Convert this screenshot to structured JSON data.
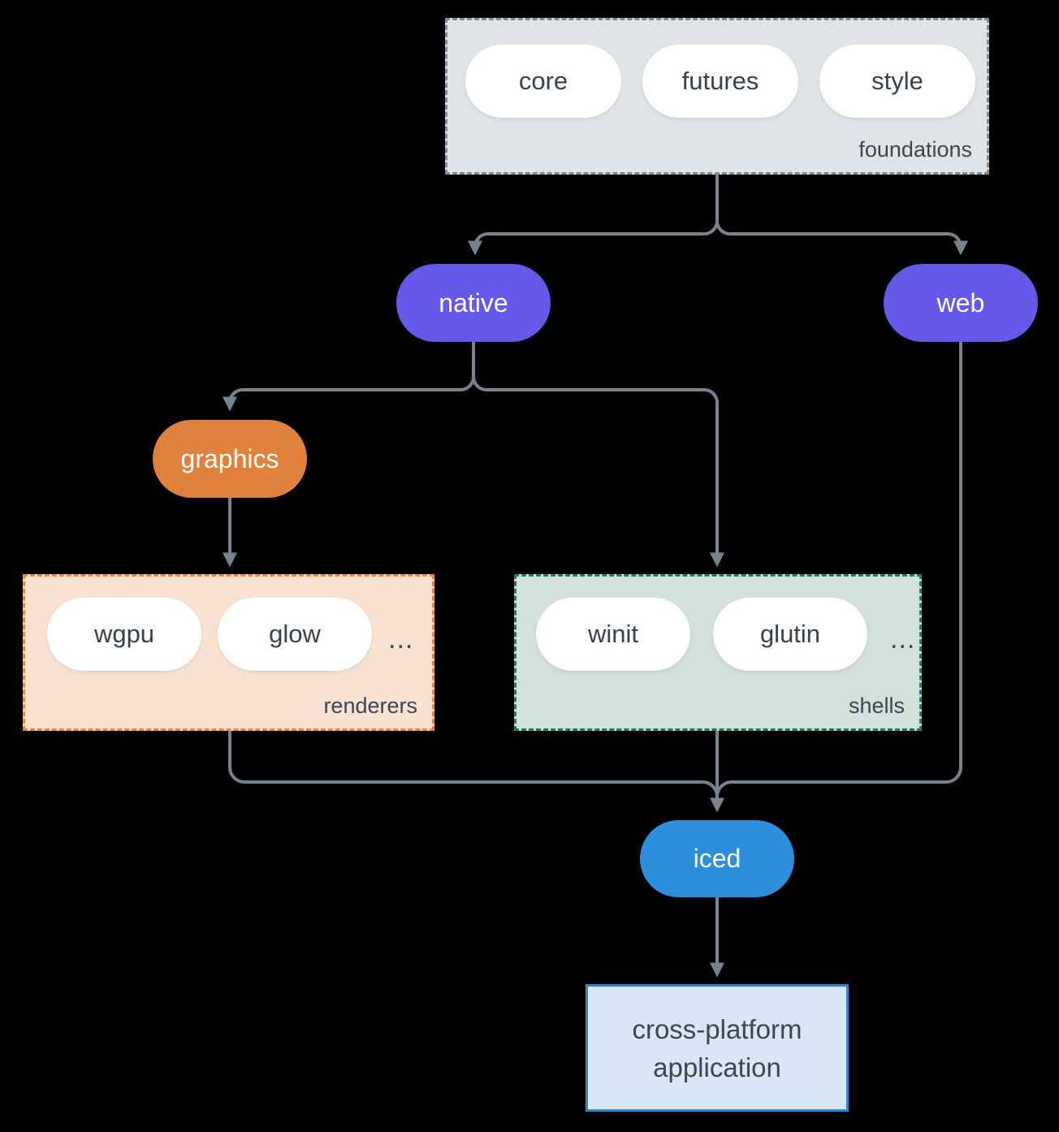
{
  "diagram": {
    "background_color": "#000000",
    "connector_color": "#76848f",
    "groups": {
      "foundations": {
        "label": "foundations",
        "items": [
          "core",
          "futures",
          "style"
        ],
        "bg_color": "#e0e4e7",
        "border_color": "#7d8b96"
      },
      "renderers": {
        "label": "renderers",
        "items": [
          "wgpu",
          "glow"
        ],
        "ellipsis": "...",
        "bg_color": "#f9e2d2",
        "border_color": "#e8873d"
      },
      "shells": {
        "label": "shells",
        "items": [
          "winit",
          "glutin"
        ],
        "ellipsis": "...",
        "bg_color": "#d3e1db",
        "border_color": "#1f7a68"
      }
    },
    "nodes": {
      "native": {
        "label": "native",
        "bg_color": "#6459e8",
        "text_color": "#ffffff"
      },
      "web": {
        "label": "web",
        "bg_color": "#6459e8",
        "text_color": "#ffffff"
      },
      "graphics": {
        "label": "graphics",
        "bg_color": "#e0823e",
        "text_color": "#ffffff"
      },
      "iced": {
        "label": "iced",
        "bg_color": "#2d8fdb",
        "text_color": "#ffffff"
      }
    },
    "app_box": {
      "line1": "cross-platform",
      "line2": "application",
      "bg_color": "#d8e6f6",
      "border_color": "#2f85d0"
    },
    "edges": [
      "foundations -> native",
      "foundations -> web",
      "native -> graphics",
      "native -> shells",
      "graphics -> renderers",
      "renderers -> iced",
      "shells -> iced",
      "web -> iced",
      "iced -> cross-platform application"
    ]
  }
}
